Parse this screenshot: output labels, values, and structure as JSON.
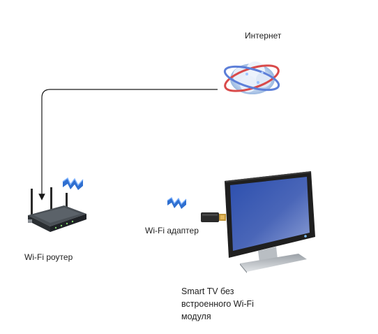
{
  "labels": {
    "internet": "Интернет",
    "router": "Wi-Fi роутер",
    "adapter": "Wi-Fi адаптер",
    "tv_line1": "Smart TV без",
    "tv_line2": "встроенного Wi-Fi",
    "tv_line3": "модуля"
  },
  "colors": {
    "wifi_blue": "#2f6fd0",
    "wifi_light": "#7fb3ff",
    "connector_line": "#1a1a1a",
    "router_body": "#3a3f44",
    "tv_screen_top": "#2c4fae",
    "tv_screen_bottom": "#6f86c8",
    "tv_frame": "#2b2b2b",
    "tv_stand": "#bfc3c7",
    "globe_ring_red": "#d94a4a",
    "globe_ring_blue": "#5d7fd8"
  },
  "icons": {
    "internet": "cloud-globe-icon",
    "router": "wifi-router-icon",
    "router_signal": "wifi-signal-icon",
    "adapter_signal": "wifi-signal-icon",
    "adapter": "usb-wifi-adapter-icon",
    "tv": "tv-monitor-icon"
  }
}
